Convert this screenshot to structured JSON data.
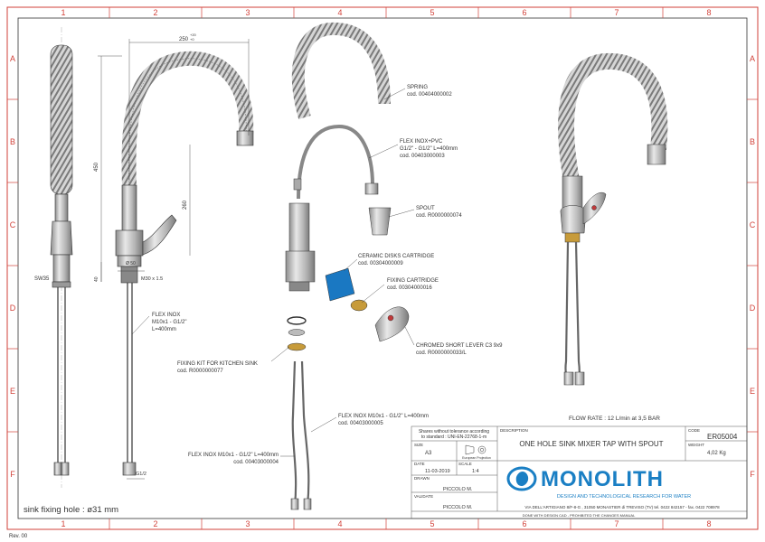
{
  "frame": {
    "cols": [
      "1",
      "2",
      "3",
      "4",
      "5",
      "6",
      "7",
      "8"
    ],
    "rows": [
      "A",
      "B",
      "C",
      "D",
      "E",
      "F"
    ],
    "rev": "Rev. 00"
  },
  "dims": {
    "width_250": "250",
    "tol_plus": "+20",
    "tol_minus": "+0",
    "height_450": "450",
    "height_260": "260",
    "d50": "Ø 50",
    "h40": "40",
    "sw35": "SW35",
    "m30": "M30 x 1.5",
    "g12": "G1/2",
    "sink_hole": "sink fixing hole : ø31 mm"
  },
  "labels": {
    "flex_inox_side": [
      "FLEX INOX",
      "M10x1 - G1/2\"",
      "L=400mm"
    ],
    "fixing_kit": [
      "FIXING KIT FOR KITCHEN SINK",
      "cod. R0000000077"
    ],
    "spring": [
      "SPRING",
      "cod. 00404000002"
    ],
    "flex_pvc": [
      "FLEX INOX+PVC",
      "G1/2\" - G1/2\" L=400mm",
      "cod. 00403000003"
    ],
    "spout": [
      "SPOUT",
      "cod. R0000000074"
    ],
    "ceramic": [
      "CERAMIC DISKS CARTRIDGE",
      "cod. 00304000009"
    ],
    "fixing_cartridge": [
      "FIXING CARTRIDGE",
      "cod. 00304000016"
    ],
    "lever": [
      "CHROMED SHORT LEVER C3 9x9",
      "cod. R0000000033/L"
    ],
    "flex_1": [
      "FLEX INOX M10x1 - G1/2\" L=400mm",
      "cod. 00403000005"
    ],
    "flex_2": [
      "FLEX INOX M10x1 - G1/2\" L=400mm",
      "cod. 00403000004"
    ],
    "flow_rate": "FLOW RATE : 12 L/min at 3,5 BAR"
  },
  "title_block": {
    "tolerance_note": [
      "Shares without tolerance according",
      "to standard : UNI-EN-22768-1-m"
    ],
    "description_label": "DESCRIPTION",
    "description": "ONE HOLE SINK MIXER TAP WITH SPOUT",
    "code_label": "CODE",
    "code": "ER05004",
    "weight_label": "WEIGHT",
    "weight": "4,02 Kg",
    "size_label": "SIZE",
    "size": "A3",
    "projection": "European Projection",
    "date_label": "DATE",
    "date": "11-03-2019",
    "scale_label": "SCALE",
    "scale": "1:4",
    "drawn_label": "DRAWN",
    "drawn": "PICCOLO M.",
    "validate_label": "VALIDATE",
    "validate": "PICCOLO M.",
    "brand": "MONOLITH",
    "tagline": "DESIGN AND TECHNOLOGICAL RESEARCH FOR WATER",
    "address": "VIA DELL'ARTIGIANO 8/F-8-G , 31050 MONASTIER di TREVISO (TV) tel. 0422 842157 - fax. 0422 708978",
    "footer_note": "DONE WITH DESIGN CAD - PROHIBITED THE CHANGES MANUAL"
  },
  "colors": {
    "frame_red": "#d2423a",
    "brand_blue": "#1a7fc4"
  }
}
